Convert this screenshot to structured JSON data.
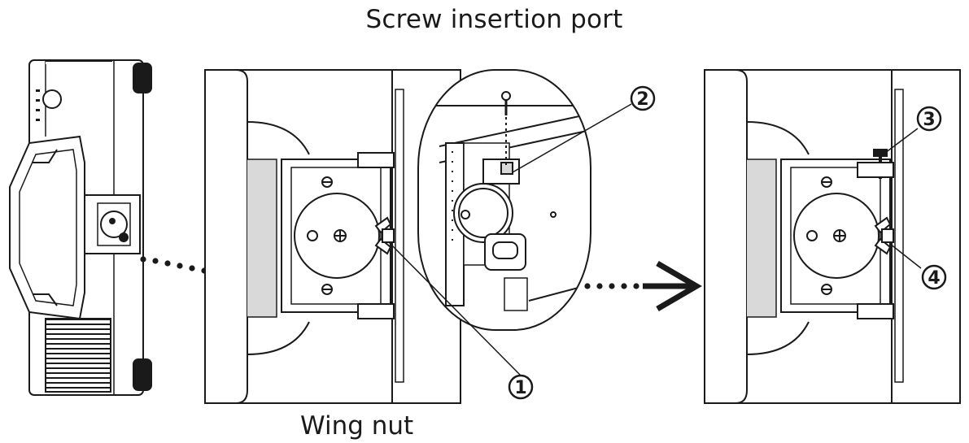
{
  "title_label": "Screw insertion port",
  "bottom_label": "Wing nut",
  "callouts": [
    "1",
    "2",
    "3",
    "4"
  ],
  "colors": {
    "ink": "#1a1a1a",
    "paper": "#ffffff",
    "shade": "#d9d9d9"
  }
}
